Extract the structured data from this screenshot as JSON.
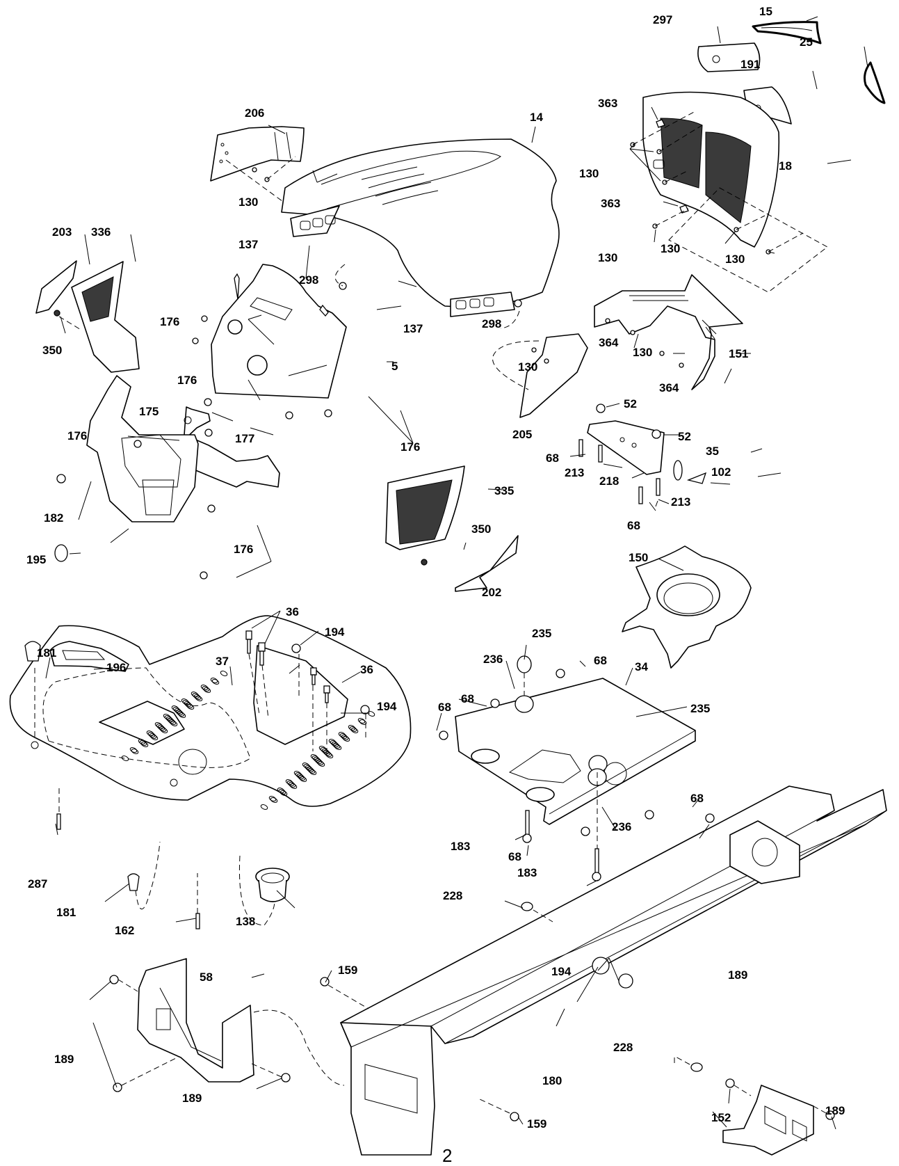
{
  "diagram": {
    "title": "Chassis and enclosures exploded parts diagram",
    "page_number": "2",
    "callouts": [
      {
        "id": "c1",
        "label": "297",
        "part": "fender insert"
      },
      {
        "id": "c2",
        "label": "15",
        "part": "headlight lens"
      },
      {
        "id": "c3",
        "label": "25",
        "part": "side lens"
      },
      {
        "id": "c4",
        "label": "191",
        "part": "fender insert"
      },
      {
        "id": "c5",
        "label": "363",
        "part": "clip nut"
      },
      {
        "id": "c6",
        "label": "130",
        "part": "screw"
      },
      {
        "id": "c7",
        "label": "18",
        "part": "grille"
      },
      {
        "id": "c8",
        "label": "363",
        "part": "clip nut"
      },
      {
        "id": "c9",
        "label": "130",
        "part": "screw"
      },
      {
        "id": "c10",
        "label": "130",
        "part": "screw"
      },
      {
        "id": "c11",
        "label": "130",
        "part": "screw"
      },
      {
        "id": "c12",
        "label": "206",
        "part": "dash panel"
      },
      {
        "id": "c13",
        "label": "130",
        "part": "screw"
      },
      {
        "id": "c14",
        "label": "14",
        "part": "hood"
      },
      {
        "id": "c15",
        "label": "203",
        "part": "bracket"
      },
      {
        "id": "c16",
        "label": "336",
        "part": "side panel"
      },
      {
        "id": "c17",
        "label": "350",
        "part": "push nut"
      },
      {
        "id": "c18",
        "label": "137",
        "part": "pin"
      },
      {
        "id": "c19",
        "label": "298",
        "part": "grommet"
      },
      {
        "id": "c20",
        "label": "176",
        "part": "screw"
      },
      {
        "id": "c21",
        "label": "137",
        "part": "pin"
      },
      {
        "id": "c22",
        "label": "5",
        "part": "dash"
      },
      {
        "id": "c23",
        "label": "298",
        "part": "grommet"
      },
      {
        "id": "c24",
        "label": "130",
        "part": "screw"
      },
      {
        "id": "c25",
        "label": "205",
        "part": "hood insert"
      },
      {
        "id": "c26",
        "label": "364",
        "part": "screw"
      },
      {
        "id": "c27",
        "label": "130",
        "part": "screw"
      },
      {
        "id": "c28",
        "label": "151",
        "part": "hood bracket"
      },
      {
        "id": "c29",
        "label": "364",
        "part": "screw"
      },
      {
        "id": "c30",
        "label": "176",
        "part": "screw"
      },
      {
        "id": "c31",
        "label": "176",
        "part": "screw"
      },
      {
        "id": "c32",
        "label": "175",
        "part": "dash bracket"
      },
      {
        "id": "c33",
        "label": "177",
        "part": "nut"
      },
      {
        "id": "c34",
        "label": "52",
        "part": "nut"
      },
      {
        "id": "c35",
        "label": "52",
        "part": "nut"
      },
      {
        "id": "c36",
        "label": "35",
        "part": "washer"
      },
      {
        "id": "c37",
        "label": "102",
        "part": "cotter pin"
      },
      {
        "id": "c38",
        "label": "68",
        "part": "bolt"
      },
      {
        "id": "c39",
        "label": "213",
        "part": "bolt"
      },
      {
        "id": "c40",
        "label": "218",
        "part": "hood pivot bracket"
      },
      {
        "id": "c41",
        "label": "213",
        "part": "bolt"
      },
      {
        "id": "c42",
        "label": "68",
        "part": "bolt"
      },
      {
        "id": "c43",
        "label": "176",
        "part": "screw"
      },
      {
        "id": "c44",
        "label": "182",
        "part": "lower dash"
      },
      {
        "id": "c45",
        "label": "195",
        "part": "plug"
      },
      {
        "id": "c46",
        "label": "176",
        "part": "screw"
      },
      {
        "id": "c47",
        "label": "335",
        "part": "side panel"
      },
      {
        "id": "c48",
        "label": "350",
        "part": "push nut"
      },
      {
        "id": "c49",
        "label": "202",
        "part": "bracket"
      },
      {
        "id": "c50",
        "label": "150",
        "part": "engine shroud"
      },
      {
        "id": "c51",
        "label": "36",
        "part": "bolt"
      },
      {
        "id": "c52",
        "label": "194",
        "part": "nut"
      },
      {
        "id": "c53",
        "label": "36",
        "part": "bolt"
      },
      {
        "id": "c54",
        "label": "194",
        "part": "nut"
      },
      {
        "id": "c55",
        "label": "181",
        "part": "push fastener"
      },
      {
        "id": "c56",
        "label": "196",
        "part": "shift plate"
      },
      {
        "id": "c57",
        "label": "37",
        "part": "fender"
      },
      {
        "id": "c58",
        "label": "235",
        "part": "spacer"
      },
      {
        "id": "c59",
        "label": "236",
        "part": "spacer"
      },
      {
        "id": "c60",
        "label": "68",
        "part": "bolt"
      },
      {
        "id": "c61",
        "label": "34",
        "part": "engine mount plate"
      },
      {
        "id": "c62",
        "label": "68",
        "part": "bolt"
      },
      {
        "id": "c63",
        "label": "68",
        "part": "bolt"
      },
      {
        "id": "c64",
        "label": "235",
        "part": "spacer"
      },
      {
        "id": "c65",
        "label": "68",
        "part": "bolt"
      },
      {
        "id": "c66",
        "label": "183",
        "part": "bolt"
      },
      {
        "id": "c67",
        "label": "68",
        "part": "bolt"
      },
      {
        "id": "c68",
        "label": "236",
        "part": "spacer"
      },
      {
        "id": "c69",
        "label": "183",
        "part": "bolt"
      },
      {
        "id": "c70",
        "label": "287",
        "part": "screw"
      },
      {
        "id": "c71",
        "label": "181",
        "part": "push fastener"
      },
      {
        "id": "c72",
        "label": "162",
        "part": "screw"
      },
      {
        "id": "c73",
        "label": "138",
        "part": "fuel cap ring"
      },
      {
        "id": "c74",
        "label": "228",
        "part": "bumper"
      },
      {
        "id": "c75",
        "label": "194",
        "part": "nut"
      },
      {
        "id": "c76",
        "label": "228",
        "part": "bumper"
      },
      {
        "id": "c77",
        "label": "159",
        "part": "screw"
      },
      {
        "id": "c78",
        "label": "58",
        "part": "battery bracket"
      },
      {
        "id": "c79",
        "label": "189",
        "part": "screw"
      },
      {
        "id": "c80",
        "label": "189",
        "part": "screw"
      },
      {
        "id": "c81",
        "label": "180",
        "part": "frame"
      },
      {
        "id": "c82",
        "label": "159",
        "part": "screw"
      },
      {
        "id": "c83",
        "label": "189",
        "part": "screw"
      },
      {
        "id": "c84",
        "label": "152",
        "part": "bracket"
      },
      {
        "id": "c85",
        "label": "189",
        "part": "screw"
      }
    ]
  }
}
